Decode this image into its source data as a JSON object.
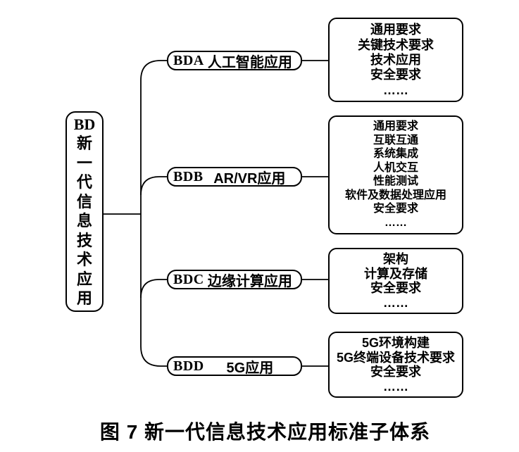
{
  "root_box": {
    "lines": [
      "BD",
      "新",
      "一",
      "代",
      "信",
      "息",
      "技",
      "术",
      "应",
      "用"
    ]
  },
  "branches": [
    {
      "code": "BDA",
      "label": "人工智能应用",
      "items": [
        "通用要求",
        "关键技术要求",
        "技术应用",
        "安全要求",
        "……"
      ]
    },
    {
      "code": "BDB",
      "label": "AR/VR应用",
      "items": [
        "通用要求",
        "互联互通",
        "系统集成",
        "人机交互",
        "性能测试",
        "软件及数据处理应用",
        "安全要求",
        "……"
      ]
    },
    {
      "code": "BDC",
      "label": "边缘计算应用",
      "items": [
        "架构",
        "计算及存储",
        "安全要求",
        "……"
      ]
    },
    {
      "code": "BDD",
      "label": "5G应用",
      "items": [
        "5G环境构建",
        "5G终端设备技术要求",
        "安全要求",
        "……"
      ]
    }
  ],
  "caption": "图 7 新一代信息技术应用标准子体系",
  "colors": {
    "line": "#000000",
    "background": "#ffffff",
    "text": "#000000"
  }
}
